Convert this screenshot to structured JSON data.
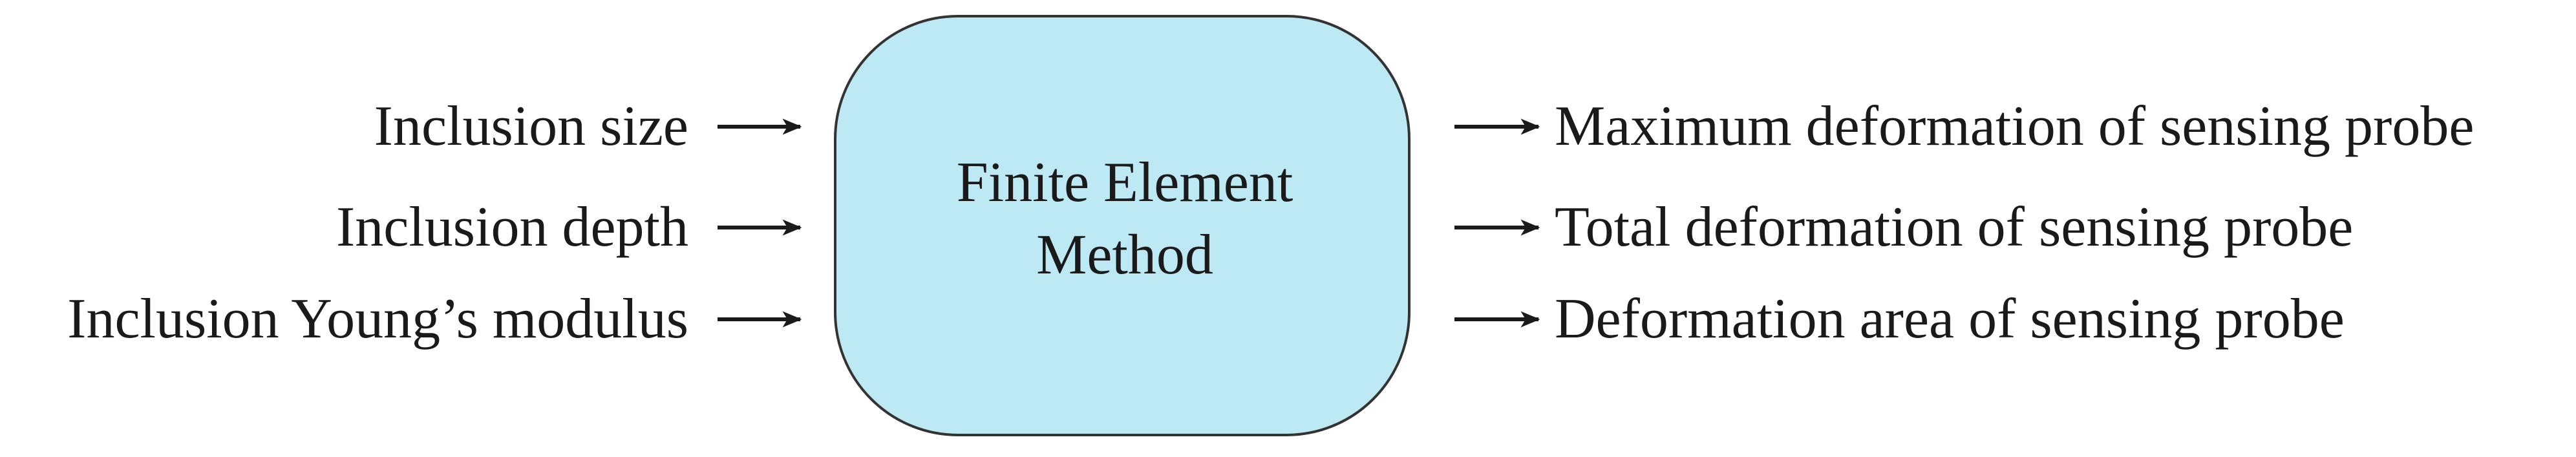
{
  "colors": {
    "box_fill": "#bde9f5",
    "box_stroke": "#333333",
    "arrow": "#1a1a1a",
    "text": "#1a1a1a"
  },
  "diagram": {
    "process": {
      "line1": "Finite Element",
      "line2": "Method"
    },
    "inputs": [
      "Inclusion size",
      "Inclusion depth",
      "Inclusion Young’s modulus"
    ],
    "outputs": [
      "Maximum deformation of sensing probe",
      "Total deformation of sensing probe",
      "Deformation area of sensing probe"
    ]
  }
}
